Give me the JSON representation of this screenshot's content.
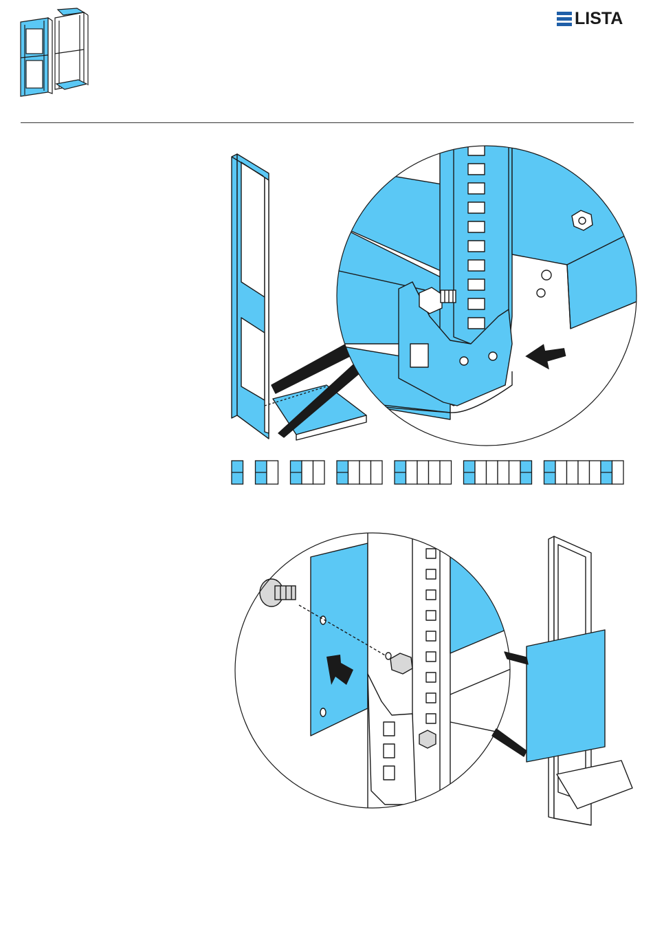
{
  "logo": {
    "text": "LISTA"
  },
  "config_diagram": {
    "groups": [
      {
        "columns": 1,
        "highlight": [
          0
        ]
      },
      {
        "columns": 2,
        "highlight": [
          0
        ]
      },
      {
        "columns": 3,
        "highlight": [
          0
        ]
      },
      {
        "columns": 4,
        "highlight": [
          0
        ]
      },
      {
        "columns": 5,
        "highlight": [
          0
        ]
      },
      {
        "columns": 6,
        "highlight": [
          0,
          5
        ]
      },
      {
        "columns": 7,
        "highlight": [
          0,
          5
        ]
      }
    ]
  },
  "colors": {
    "part_blue": "#5bc8f5",
    "line": "#1a1a1a",
    "logo_blue": "#1f5fa8"
  },
  "icons": [
    "hex-bolt-icon",
    "hex-nut-icon",
    "screw-icon",
    "arrow-icon"
  ]
}
